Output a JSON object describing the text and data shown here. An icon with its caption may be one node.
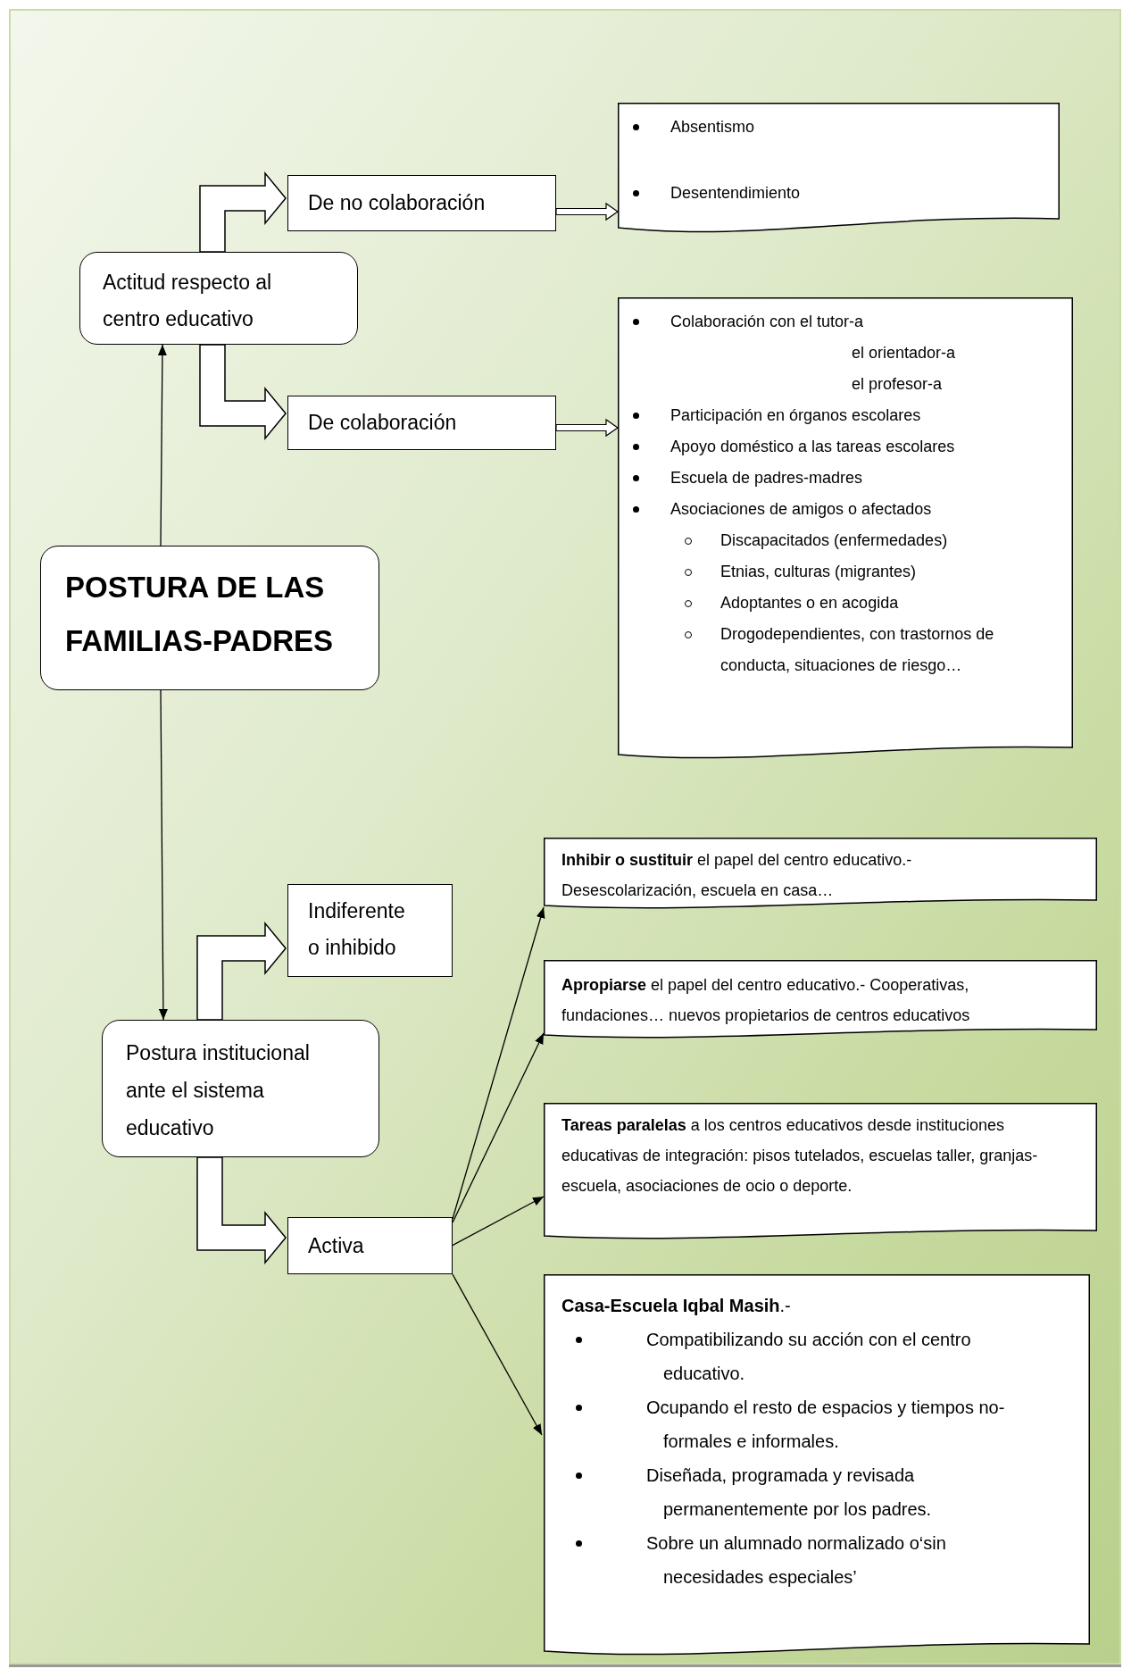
{
  "diagram": {
    "nodes": [
      {
        "text": [
          "POSTURA DE LAS FAMILIAS-PADRES"
        ]
      },
      {
        "text": [
          "Actitud respecto al centro educativo"
        ]
      },
      {
        "text": [
          "De no colaboración"
        ]
      },
      {
        "text": [
          "De colaboración"
        ]
      },
      {
        "text": [
          "Absentismo",
          "Desentendimiento"
        ]
      },
      {
        "text": [
          "Colaboración con el tutor-a",
          "el orientador-a",
          "el profesor-a",
          "Participación en órganos escolares",
          "Apoyo doméstico a las tareas escolares",
          "Escuela de padres-madres",
          "Asociaciones de amigos o afectados",
          "Discapacitados (enfermedades)",
          "Etnias, culturas (migrantes)",
          "Adoptantes o en acogida",
          "Drogodependientes, con trastornos de conducta, situaciones de riesgo…"
        ]
      },
      {
        "text": [
          "Postura institucional ante el sistema educativo"
        ]
      },
      {
        "text": [
          "Indiferente o inhibido"
        ]
      },
      {
        "text": [
          "Activa"
        ]
      },
      {
        "text": [
          "**Inhibir o sustituir** el papel del centro educativo.- Desescolarización, escuela en casa…"
        ]
      },
      {
        "text": [
          "**Apropiarse** el papel del centro educativo.- Cooperativas, fundaciones… nuevos propietarios de centros educativos"
        ]
      },
      {
        "text": [
          "**Tareas paralelas** a los centros educativos desde instituciones educativas de integración: pisos tutelados, escuelas taller, granjas-escuela, asociaciones de ocio o deporte."
        ]
      },
      {
        "text": [
          "**Casa-Escuela Iqbal Masih**.-",
          "Compatibilizando su acción con el centro educativo.",
          "Ocupando el resto de espacios y tiempos no-formales e informales.",
          "Diseñada, programada y revisada permanentemente por los padres.",
          "Sobre un alumnado normalizado o‘sin necesidades especiales’"
        ]
      }
    ],
    "edges": [
      {
        "from": 0,
        "to": 1,
        "arrow": "to"
      },
      {
        "from": 0,
        "to": 6,
        "arrow": "to"
      },
      {
        "from": 1,
        "to": 2,
        "arrow": "to"
      },
      {
        "from": 1,
        "to": 3,
        "arrow": "to"
      },
      {
        "from": 2,
        "to": 4,
        "arrow": "to"
      },
      {
        "from": 3,
        "to": 5,
        "arrow": "to"
      },
      {
        "from": 6,
        "to": 7,
        "arrow": "to"
      },
      {
        "from": 6,
        "to": 8,
        "arrow": "to"
      },
      {
        "from": 8,
        "to": 9,
        "arrow": "to"
      },
      {
        "from": 8,
        "to": 10,
        "arrow": "to"
      },
      {
        "from": 8,
        "to": 11,
        "arrow": "to"
      },
      {
        "from": 8,
        "to": 12,
        "arrow": "to"
      }
    ]
  }
}
